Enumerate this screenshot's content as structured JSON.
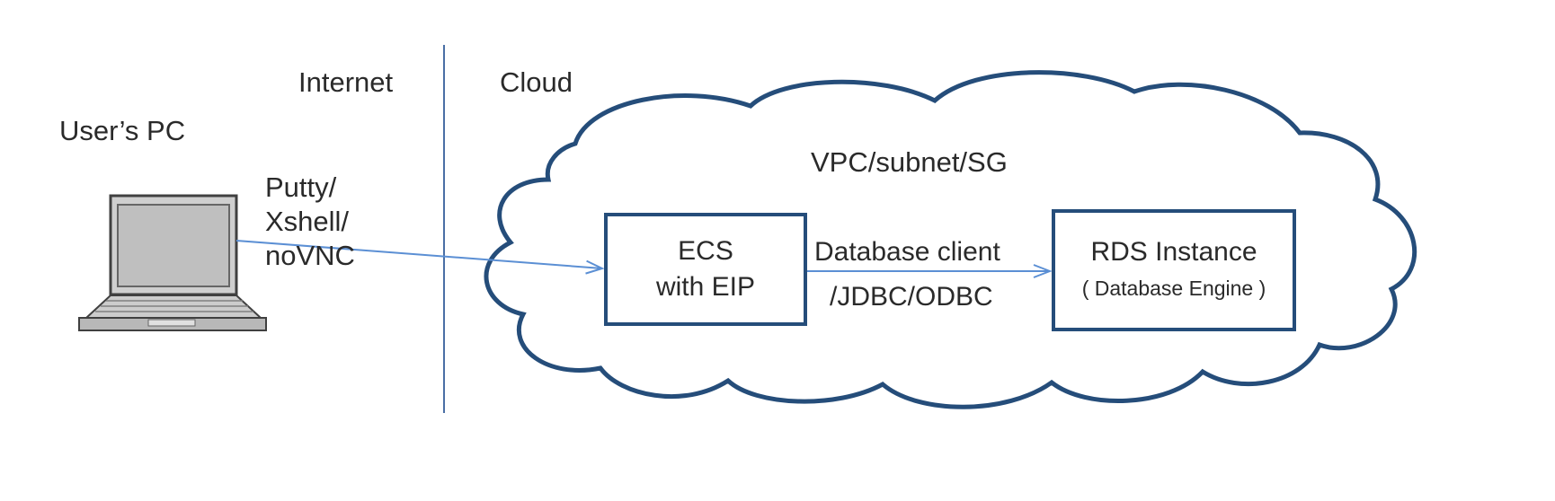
{
  "labels": {
    "internet": "Internet",
    "cloud": "Cloud",
    "users_pc": "User’s PC",
    "vpc": "VPC/subnet/SG"
  },
  "protocols": [
    "Putty/",
    "Xshell/",
    "noVNC"
  ],
  "ecs": {
    "line1": "ECS",
    "line2": "with EIP"
  },
  "rds": {
    "line1": "RDS Instance",
    "line2": "( Database Engine )"
  },
  "connection": {
    "line1": "Database client",
    "line2": "/JDBC/ODBC"
  },
  "colors": {
    "box_border": "#254d7a",
    "arrow": "#5b8fd4",
    "cloud_outline": "#254d7a",
    "divider": "#4a6fa5",
    "laptop": "#404040"
  },
  "icons": {
    "laptop": "laptop-icon",
    "cloud": "cloud-shape"
  }
}
